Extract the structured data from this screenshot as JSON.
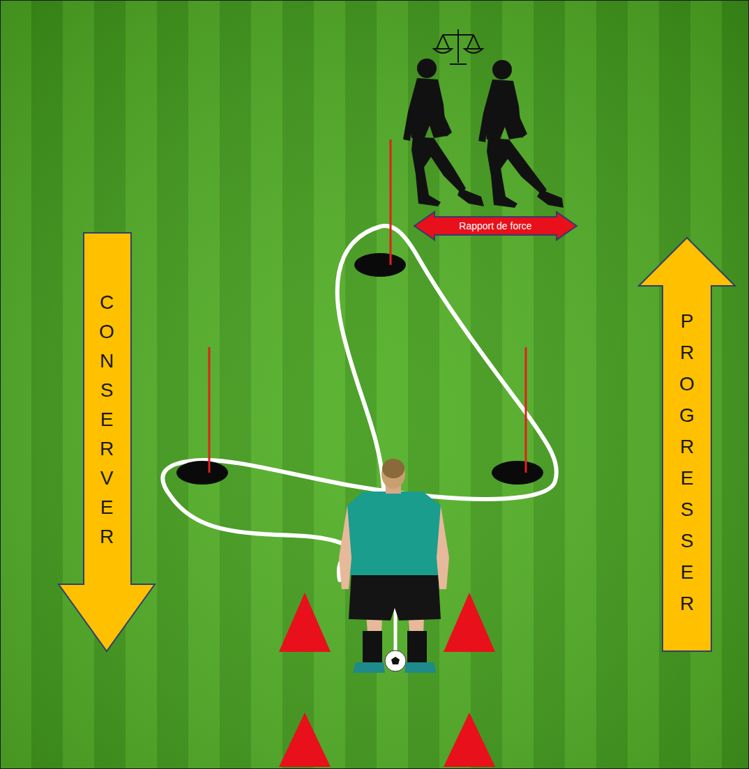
{
  "diagram": {
    "nodes": [
      {
        "text": [
          "Rapport de force"
        ]
      },
      {
        "text": [
          "CONSERVER"
        ]
      },
      {
        "text": [
          "PROGRESSER"
        ]
      }
    ]
  }
}
